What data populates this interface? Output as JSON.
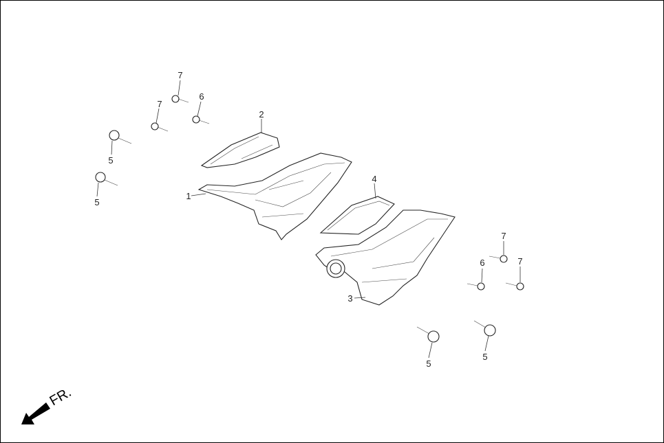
{
  "callouts": [
    {
      "id": "a",
      "text": "7"
    },
    {
      "id": "b",
      "text": "6"
    },
    {
      "id": "c",
      "text": "7"
    },
    {
      "id": "d",
      "text": "2"
    },
    {
      "id": "e",
      "text": "5"
    },
    {
      "id": "f",
      "text": "5"
    },
    {
      "id": "g",
      "text": "1"
    },
    {
      "id": "h",
      "text": "4"
    },
    {
      "id": "i",
      "text": "7"
    },
    {
      "id": "j",
      "text": "6"
    },
    {
      "id": "k",
      "text": "7"
    },
    {
      "id": "l",
      "text": "3"
    },
    {
      "id": "m",
      "text": "5"
    },
    {
      "id": "n",
      "text": "5"
    }
  ],
  "direction_label": "FR."
}
